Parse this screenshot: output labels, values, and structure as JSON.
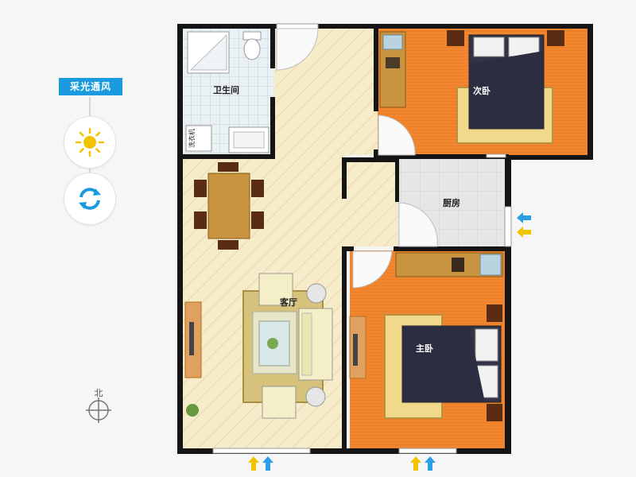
{
  "sidebar": {
    "title": "采光通风",
    "buttons": [
      {
        "name": "sunlight",
        "icon": "sun-icon"
      },
      {
        "name": "ventilation",
        "icon": "refresh-icon"
      }
    ]
  },
  "compass": {
    "label": "北",
    "icon": "compass-icon"
  },
  "rooms": {
    "bathroom": "卫生间",
    "washer": "洗衣机",
    "second_bedroom": "次卧",
    "kitchen": "厨房",
    "living_room": "客厅",
    "master_bedroom": "主卧"
  },
  "colors": {
    "accent": "#1a9be0",
    "sun": "#f2c400",
    "wall": "#111111",
    "wood_floor": "#f2862e",
    "living_floor": "#f7ecc9",
    "tile": "#e4e4e4",
    "arrow_blue": "#2a9fe5",
    "arrow_yellow": "#f2c400"
  }
}
